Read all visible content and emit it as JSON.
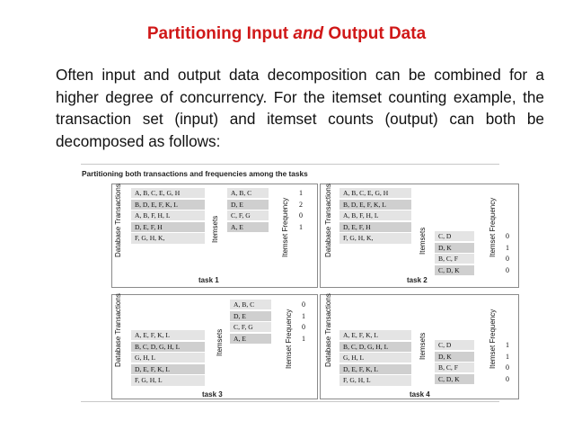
{
  "title": {
    "part1": "Partitioning Input ",
    "part2": "and",
    "part3": " Output Data"
  },
  "paragraph": "Often input and output data decomposition can be combined for a higher degree of concurrency. For the itemset counting example, the transaction set (input) and itemset counts (output) can both be decomposed as follows:",
  "figure": {
    "title": "Partitioning both transactions and frequencies among the tasks",
    "labels": {
      "database_transactions": "Database Transactions",
      "itemsets": "Itemsets",
      "itemset_frequency": "Itemset Frequency"
    },
    "tasks": [
      {
        "label": "task 1",
        "transactions": [
          "A, B, C, E, G, H",
          "B, D, E, F, K, L",
          "A, B, F, H, L",
          "D, E, F, H",
          "F, G, H, K,"
        ],
        "itemsets": [
          "A, B, C",
          "D, E",
          "C, F, G",
          "A, E"
        ],
        "frequencies": [
          "1",
          "2",
          "0",
          "1"
        ]
      },
      {
        "label": "task 2",
        "transactions": [
          "A, B, C, E, G, H",
          "B, D, E, F, K, L",
          "A, B, F, H, L",
          "D, E, F, H",
          "F, G, H, K,"
        ],
        "itemsets": [
          "C, D",
          "D, K",
          "B, C, F",
          "C, D, K"
        ],
        "frequencies": [
          "0",
          "1",
          "0",
          "0"
        ]
      },
      {
        "label": "task 3",
        "transactions": [
          "A, E, F, K, L",
          "B, C, D, G, H, L",
          "G, H, L",
          "D, E, F, K, L",
          "F, G, H, L"
        ],
        "itemsets": [
          "A, B, C",
          "D, E",
          "C, F, G",
          "A, E"
        ],
        "frequencies": [
          "0",
          "1",
          "0",
          "1"
        ]
      },
      {
        "label": "task 4",
        "transactions": [
          "A, E, F, K, L",
          "B, C, D, G, H, L",
          "G, H, L",
          "D, E, F, K, L",
          "F, G, H, L"
        ],
        "itemsets": [
          "C, D",
          "D, K",
          "B, C, F",
          "C, D, K"
        ],
        "frequencies": [
          "1",
          "1",
          "0",
          "0"
        ]
      }
    ]
  },
  "colors": {
    "title": "#d01818",
    "row_light": "#e4e4e4",
    "row_dark": "#cfcfcf"
  }
}
